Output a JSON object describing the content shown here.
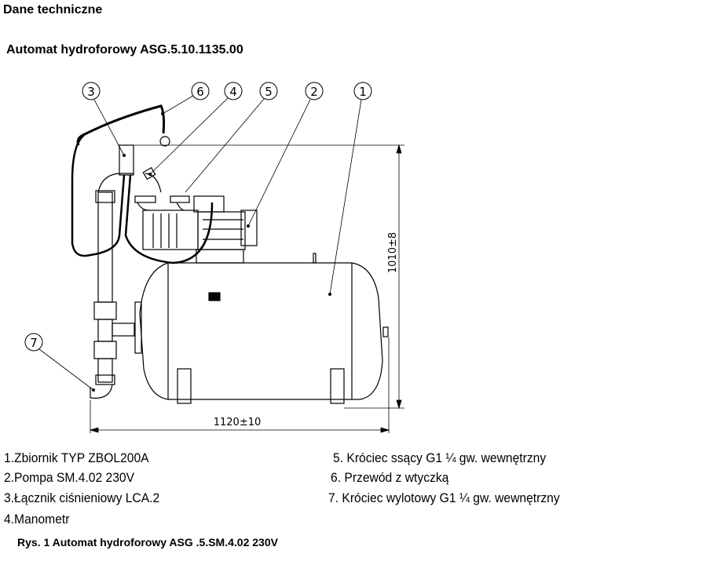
{
  "section_title": "Dane techniczne",
  "document_title": "Automat  hydroforowy ASG.5.10.1135.00",
  "drawing": {
    "callouts": [
      "1",
      "2",
      "3",
      "4",
      "5",
      "6",
      "7"
    ],
    "dimension_height": "1010±8",
    "dimension_width": "1120±10"
  },
  "legend": {
    "left": [
      "1.Zbiornik TYP ZBOL200A",
      "2.Pompa SM.4.02 230V",
      "3.Łącznik ciśnieniowy LCA.2",
      "4.Manometr"
    ],
    "right": [
      "5. Króciec ssący G1 ¼ gw. wewnętrzny",
      "6. Przewód z wtyczką",
      "7. Króciec wylotowy G1 ¼  gw. wewnętrzny"
    ]
  },
  "caption": "Rys. 1 Automat  hydroforowy ASG .5.SM.4.02 230V"
}
